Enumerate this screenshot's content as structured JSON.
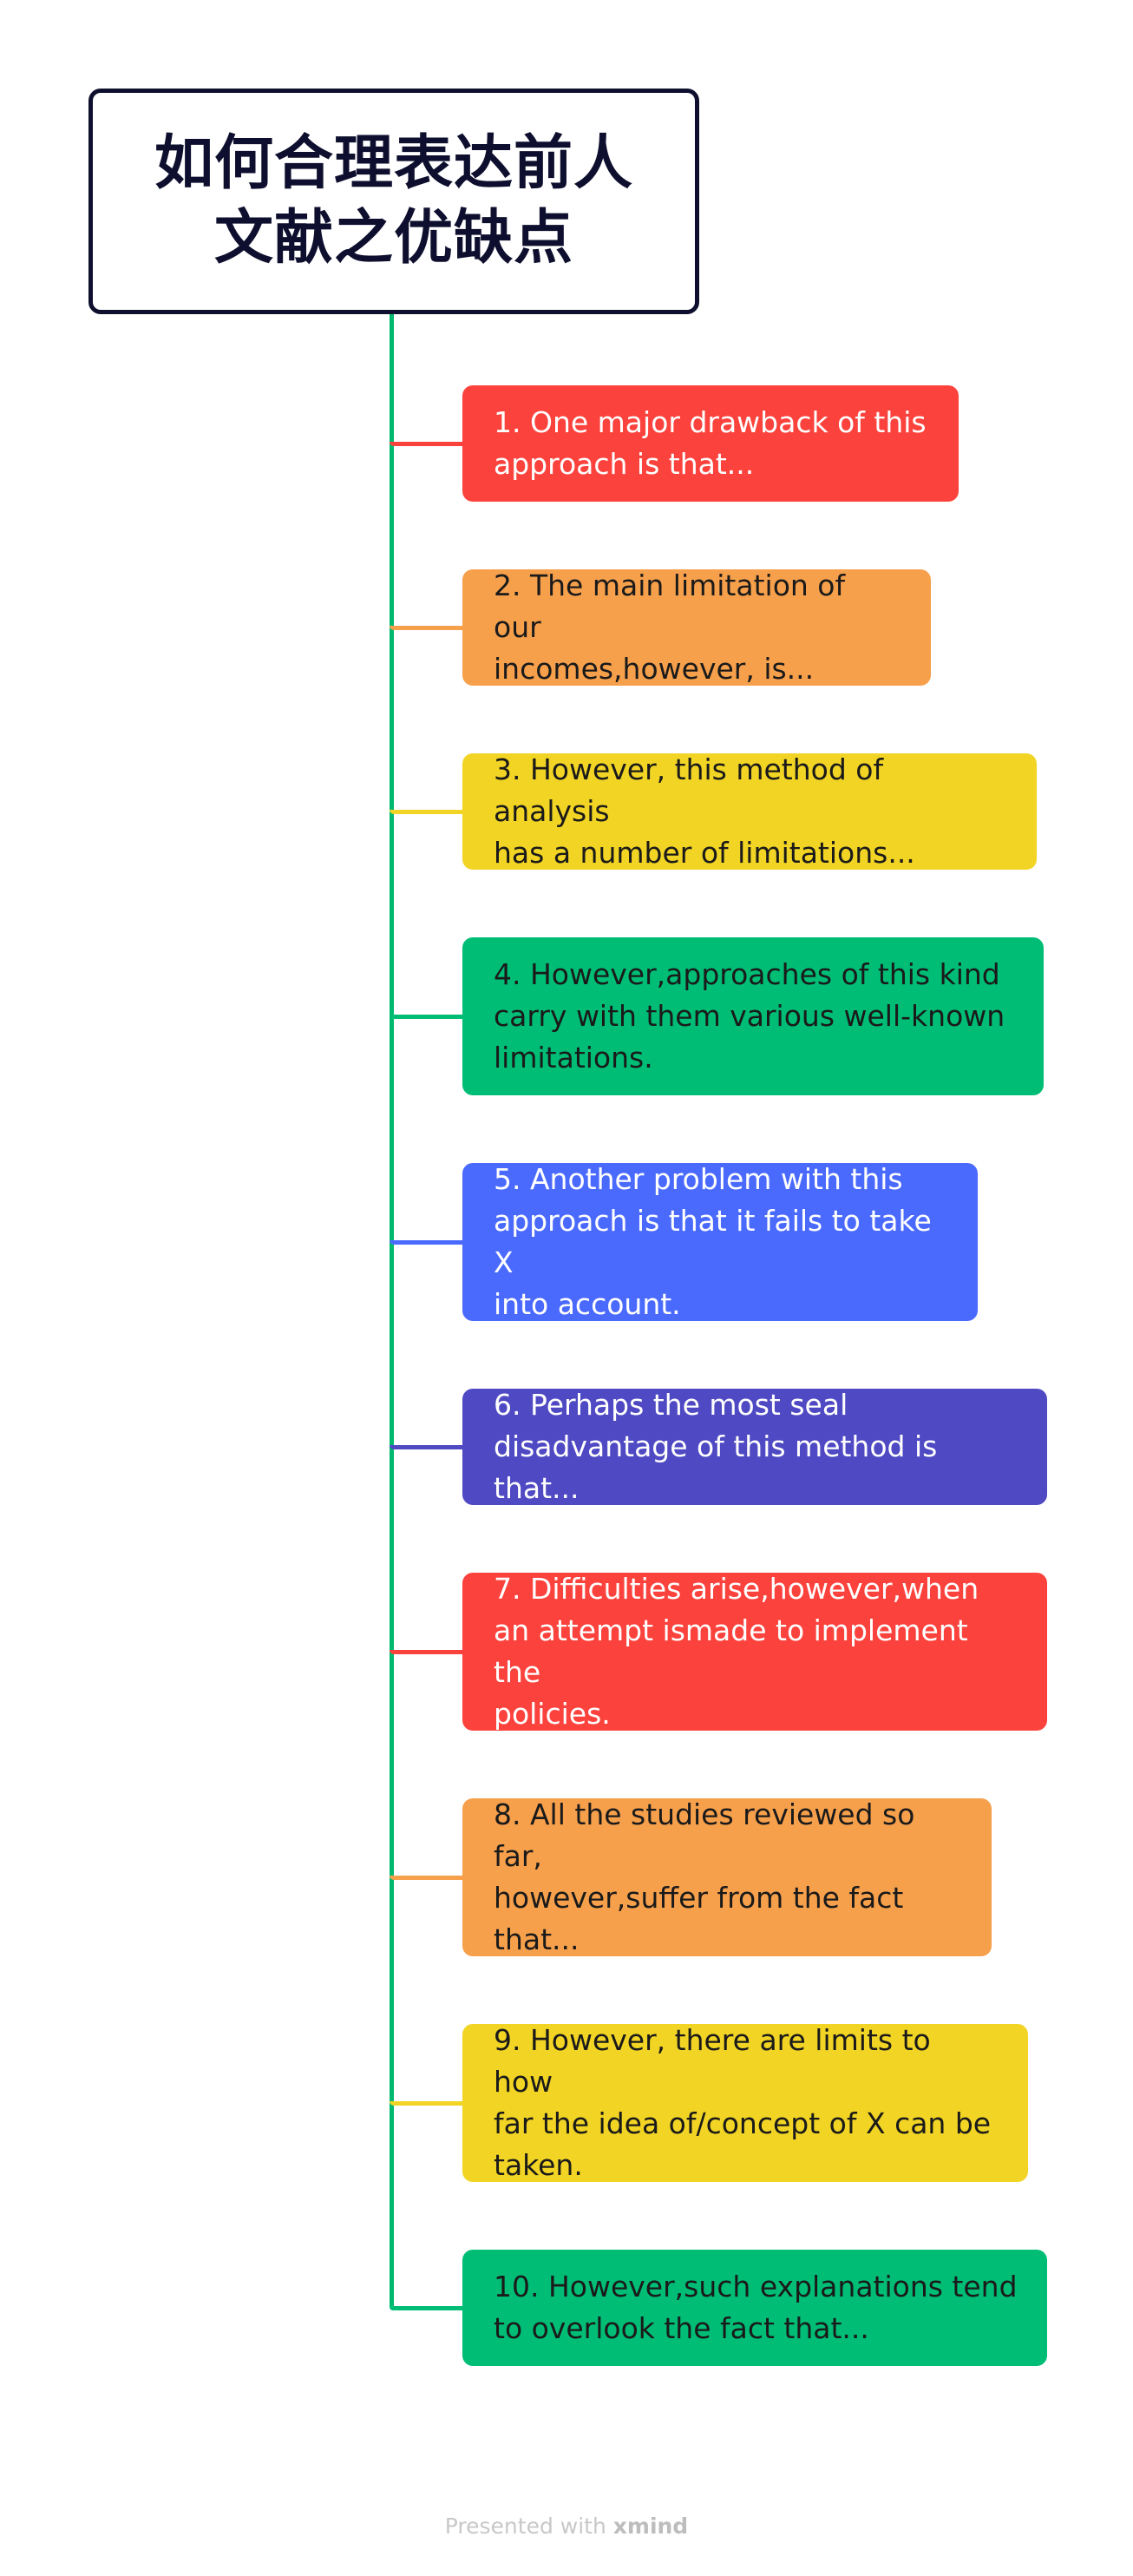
{
  "root": {
    "title": "如何合理表达前人\n文献之优缺点",
    "border_color": "#0e0f2e",
    "connector_color": "#00b96f"
  },
  "topics": [
    {
      "text": "1. One major drawback of this\napproach is that...",
      "color": "#fc423c",
      "text_color": "#ffffff"
    },
    {
      "text": "2. The main limitation of our\nincomes,however, is...",
      "color": "#f7a04c",
      "text_color": "#1a1a1a"
    },
    {
      "text": "3. However, this method of analysis\nhas a number of limitations...",
      "color": "#f2d424",
      "text_color": "#1a1a1a"
    },
    {
      "text": "4. However,approaches of this kind\ncarry with them various well-known\nlimitations.",
      "color": "#00bd76",
      "text_color": "#1a1a1a"
    },
    {
      "text": "5. Another problem with this\napproach is that it fails to take X\ninto account.",
      "color": "#4a6afe",
      "text_color": "#ffffff"
    },
    {
      "text": " 6. Perhaps the most seal\ndisadvantage of this method is that...",
      "color": "#4f49c3",
      "text_color": "#ffffff"
    },
    {
      "text": "7. Difficulties arise,however,when\nan attempt ismade to implement the\npolicies.",
      "color": "#fc423c",
      "text_color": "#ffffff"
    },
    {
      "text": "8. All the studies reviewed so far,\nhowever,suffer from the fact\nthat...",
      "color": "#f7a04c",
      "text_color": "#1a1a1a"
    },
    {
      "text": "9. However, there are limits to how\nfar the idea of/concept of X can be\ntaken.",
      "color": "#f2d424",
      "text_color": "#1a1a1a"
    },
    {
      "text": "10. However,such explanations tend\nto overlook the fact that...",
      "color": "#00bd76",
      "text_color": "#1a1a1a"
    }
  ],
  "footer": {
    "prefix": "Presented with ",
    "brand": "xmind"
  }
}
